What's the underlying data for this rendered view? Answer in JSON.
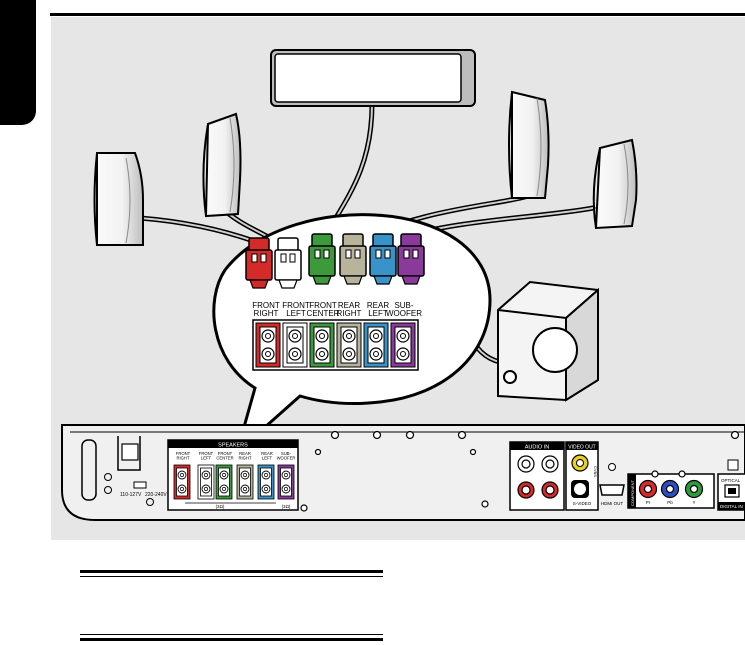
{
  "speaker_labels": [
    {
      "line1": "FRONT",
      "line2": "RIGHT"
    },
    {
      "line1": "FRONT",
      "line2": "LEFT"
    },
    {
      "line1": "FRONT",
      "line2": "CENTER"
    },
    {
      "line1": "REAR",
      "line2": "RIGHT"
    },
    {
      "line1": "REAR",
      "line2": "LEFT"
    },
    {
      "line1": "SUB-",
      "line2": "WOOFER"
    }
  ],
  "panel": {
    "speakers_title": "SPEAKERS",
    "small_labels": [
      {
        "line1": "FRONT",
        "line2": "RIGHT"
      },
      {
        "line1": "FRONT",
        "line2": "LEFT"
      },
      {
        "line1": "FRONT",
        "line2": "CENTER"
      },
      {
        "line1": "REAR",
        "line2": "RIGHT"
      },
      {
        "line1": "REAR",
        "line2": "LEFT"
      },
      {
        "line1": "SUB-",
        "line2": "WOOFER"
      }
    ],
    "impedance_left": "(3Ω)",
    "impedance_right": "(3Ω)",
    "voltage_low": "110-127V",
    "voltage_high": "220-240V",
    "audio_in": "AUDIO IN",
    "video_out": "VIDEO OUT",
    "cvbs": "CVBS",
    "svideo": "S-VIDEO",
    "hdmi_out": "HDMI OUT",
    "component": "COMPONENT",
    "pr": "Pr",
    "pb": "Pb",
    "y": "Y",
    "optical": "OPTICAL",
    "digital_in": "DIGITAL IN"
  },
  "colors": {
    "front_right": "#d42a2a",
    "front_left": "#ffffff",
    "front_center": "#3c9a3c",
    "rear_right": "#b8b49c",
    "rear_left": "#3a93c8",
    "subwoofer": "#8a3a9a"
  }
}
